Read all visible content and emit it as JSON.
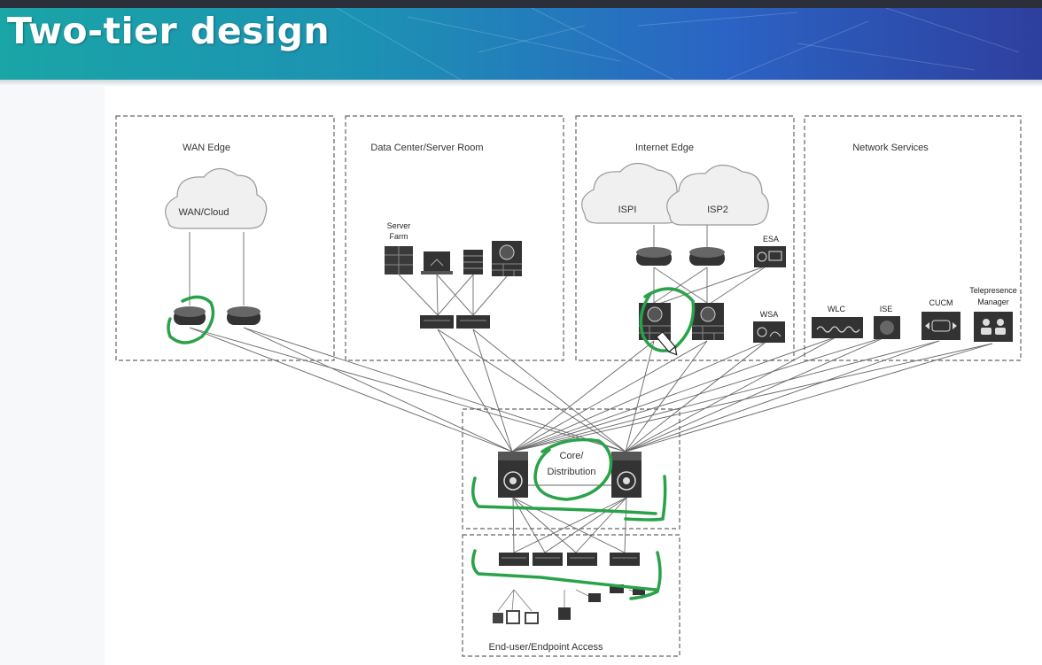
{
  "slide": {
    "title": "Two-tier design"
  },
  "zones": {
    "wan_edge": "WAN Edge",
    "data_center": "Data Center/Server Room",
    "internet_edge": "Internet Edge",
    "network_services": "Network Services",
    "core": "Core/\nDistribution",
    "access": "End-user/Endpoint Access"
  },
  "labels": {
    "wan_cloud": "WAN/Cloud",
    "isp1": "ISPI",
    "isp2": "ISP2",
    "server_farm_1": "Server",
    "server_farm_2": "Farm",
    "esa": "ESA",
    "wsa": "WSA",
    "wlc": "WLC",
    "ise": "ISE",
    "cucm": "CUCM",
    "telepresence_1": "Telepresence",
    "telepresence_2": "Manager",
    "core_1": "Core/",
    "core_2": "Distribution"
  },
  "colors": {
    "annotation": "#2aa24a",
    "device": "#2c2c2c",
    "line": "#555555"
  }
}
